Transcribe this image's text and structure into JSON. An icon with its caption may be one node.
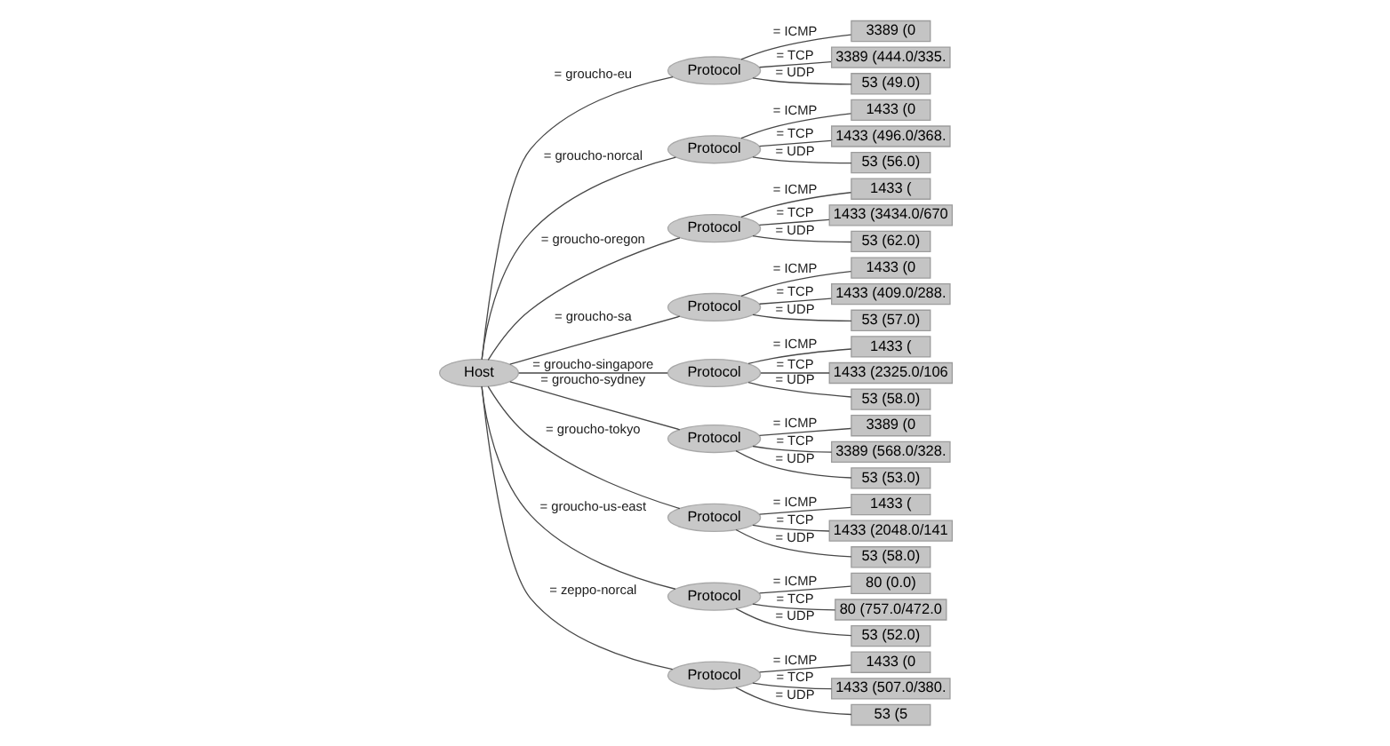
{
  "diagram": {
    "nodes": [
      {
        "text": [
          "Host"
        ]
      },
      {
        "text": [
          "Protocol"
        ]
      },
      {
        "text": [
          "Protocol"
        ]
      },
      {
        "text": [
          "Protocol"
        ]
      },
      {
        "text": [
          "Protocol"
        ]
      },
      {
        "text": [
          "Protocol"
        ]
      },
      {
        "text": [
          "Protocol"
        ]
      },
      {
        "text": [
          "Protocol"
        ]
      },
      {
        "text": [
          "Protocol"
        ]
      },
      {
        "text": [
          "Protocol"
        ]
      },
      {
        "text": [
          "3389 (0"
        ]
      },
      {
        "text": [
          "3389 (444.0/335."
        ]
      },
      {
        "text": [
          "53 (49.0)"
        ]
      },
      {
        "text": [
          "1433 (0"
        ]
      },
      {
        "text": [
          "1433 (496.0/368."
        ]
      },
      {
        "text": [
          "53 (56.0)"
        ]
      },
      {
        "text": [
          "1433 ("
        ]
      },
      {
        "text": [
          "1433 (3434.0/670"
        ]
      },
      {
        "text": [
          "53 (62.0)"
        ]
      },
      {
        "text": [
          "1433 (0"
        ]
      },
      {
        "text": [
          "1433 (409.0/288."
        ]
      },
      {
        "text": [
          "53 (57.0)"
        ]
      },
      {
        "text": [
          "1433 ("
        ]
      },
      {
        "text": [
          "1433 (2325.0/106"
        ]
      },
      {
        "text": [
          "53 (58.0)"
        ]
      },
      {
        "text": [
          "3389 (0"
        ]
      },
      {
        "text": [
          "3389 (568.0/328."
        ]
      },
      {
        "text": [
          "53 (53.0)"
        ]
      },
      {
        "text": [
          "1433 ("
        ]
      },
      {
        "text": [
          "1433 (2048.0/141"
        ]
      },
      {
        "text": [
          "53 (58.0)"
        ]
      },
      {
        "text": [
          "80 (0.0)"
        ]
      },
      {
        "text": [
          "80 (757.0/472.0"
        ]
      },
      {
        "text": [
          "53 (52.0)"
        ]
      },
      {
        "text": [
          "1433 (0"
        ]
      },
      {
        "text": [
          "1433 (507.0/380."
        ]
      },
      {
        "text": [
          "53 (5"
        ]
      }
    ],
    "edges": [
      {
        "from": 0,
        "to": 1,
        "arrow": "none",
        "label": "= groucho-eu"
      },
      {
        "from": 0,
        "to": 2,
        "arrow": "none",
        "label": "= groucho-norcal"
      },
      {
        "from": 0,
        "to": 3,
        "arrow": "none",
        "label": "= groucho-oregon"
      },
      {
        "from": 0,
        "to": 4,
        "arrow": "none",
        "label": "= groucho-sa"
      },
      {
        "from": 0,
        "to": 5,
        "arrow": "none",
        "label": "= groucho-singapore"
      },
      {
        "from": 0,
        "to": 6,
        "arrow": "none",
        "label": "= groucho-sydney"
      },
      {
        "from": 0,
        "to": 7,
        "arrow": "none",
        "label": "= groucho-tokyo"
      },
      {
        "from": 0,
        "to": 8,
        "arrow": "none",
        "label": "= groucho-us-east"
      },
      {
        "from": 0,
        "to": 9,
        "arrow": "none",
        "label": "= zeppo-norcal"
      },
      {
        "from": 1,
        "to": 10,
        "arrow": "none",
        "label": "= ICMP"
      },
      {
        "from": 1,
        "to": 11,
        "arrow": "none",
        "label": "= TCP"
      },
      {
        "from": 1,
        "to": 12,
        "arrow": "none",
        "label": "= UDP"
      },
      {
        "from": 2,
        "to": 13,
        "arrow": "none",
        "label": "= ICMP"
      },
      {
        "from": 2,
        "to": 14,
        "arrow": "none",
        "label": "= TCP"
      },
      {
        "from": 2,
        "to": 15,
        "arrow": "none",
        "label": "= UDP"
      },
      {
        "from": 3,
        "to": 16,
        "arrow": "none",
        "label": "= ICMP"
      },
      {
        "from": 3,
        "to": 17,
        "arrow": "none",
        "label": "= TCP"
      },
      {
        "from": 3,
        "to": 18,
        "arrow": "none",
        "label": "= UDP"
      },
      {
        "from": 4,
        "to": 19,
        "arrow": "none",
        "label": "= ICMP"
      },
      {
        "from": 4,
        "to": 20,
        "arrow": "none",
        "label": "= TCP"
      },
      {
        "from": 4,
        "to": 21,
        "arrow": "none",
        "label": "= UDP"
      },
      {
        "from": 5,
        "to": 22,
        "arrow": "none",
        "label": "= ICMP"
      },
      {
        "from": 5,
        "to": 23,
        "arrow": "none",
        "label": "= TCP"
      },
      {
        "from": 5,
        "to": 24,
        "arrow": "none",
        "label": "= UDP"
      },
      {
        "from": 6,
        "to": 25,
        "arrow": "none",
        "label": "= ICMP"
      },
      {
        "from": 6,
        "to": 26,
        "arrow": "none",
        "label": "= TCP"
      },
      {
        "from": 6,
        "to": 27,
        "arrow": "none",
        "label": "= UDP"
      },
      {
        "from": 7,
        "to": 28,
        "arrow": "none",
        "label": "= ICMP"
      },
      {
        "from": 7,
        "to": 29,
        "arrow": "none",
        "label": "= TCP"
      },
      {
        "from": 7,
        "to": 30,
        "arrow": "none",
        "label": "= UDP"
      },
      {
        "from": 8,
        "to": 31,
        "arrow": "none",
        "label": "= ICMP"
      },
      {
        "from": 8,
        "to": 32,
        "arrow": "none",
        "label": "= TCP"
      },
      {
        "from": 8,
        "to": 33,
        "arrow": "none",
        "label": "= UDP"
      },
      {
        "from": 9,
        "to": 34,
        "arrow": "none",
        "label": "= ICMP"
      },
      {
        "from": 9,
        "to": 35,
        "arrow": "none",
        "label": "= TCP"
      },
      {
        "from": 9,
        "to": 36,
        "arrow": "none",
        "label": "= UDP"
      }
    ]
  }
}
